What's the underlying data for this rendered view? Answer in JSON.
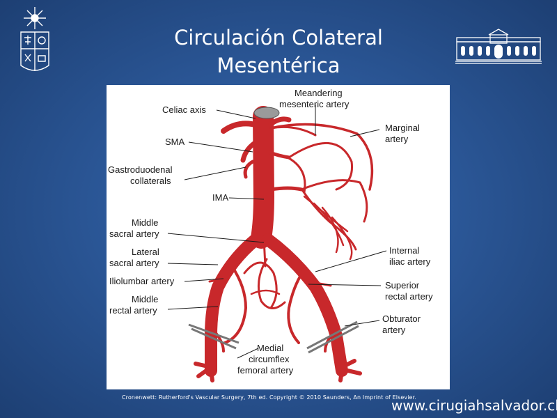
{
  "title": {
    "line1": "Circulación Colateral",
    "line2": "Mesentérica"
  },
  "diagram": {
    "vessel_color": "#c8282b",
    "labels": {
      "celiac_axis": "Celiac axis",
      "sma": "SMA",
      "gastroduodenal_1": "Gastroduodenal",
      "gastroduodenal_2": "collaterals",
      "ima": "IMA",
      "middle_sacral_1": "Middle",
      "middle_sacral_2": "sacral artery",
      "lateral_sacral_1": "Lateral",
      "lateral_sacral_2": "sacral artery",
      "iliolumbar": "Iliolumbar artery",
      "middle_rectal_1": "Middle",
      "middle_rectal_2": "rectal artery",
      "meandering_1": "Meandering",
      "meandering_2": "mesenteric artery",
      "marginal_1": "Marginal",
      "marginal_2": "artery",
      "internal_iliac_1": "Internal",
      "internal_iliac_2": "iliac artery",
      "superior_rectal_1": "Superior",
      "superior_rectal_2": "rectal artery",
      "obturator_1": "Obturator",
      "obturator_2": "artery",
      "medial_circ_1": "Medial",
      "medial_circ_2": "circumflex",
      "medial_circ_3": "femoral artery"
    }
  },
  "caption": "Cronenwett: Rutherford's Vascular Surgery, 7th ed. Copyright © 2010 Saunders, An Imprint of Elsevier.",
  "website": "www.cirugiahsalvador.cl",
  "logos": {
    "left": "university-crest-icon",
    "right": "hospital-building-icon"
  }
}
